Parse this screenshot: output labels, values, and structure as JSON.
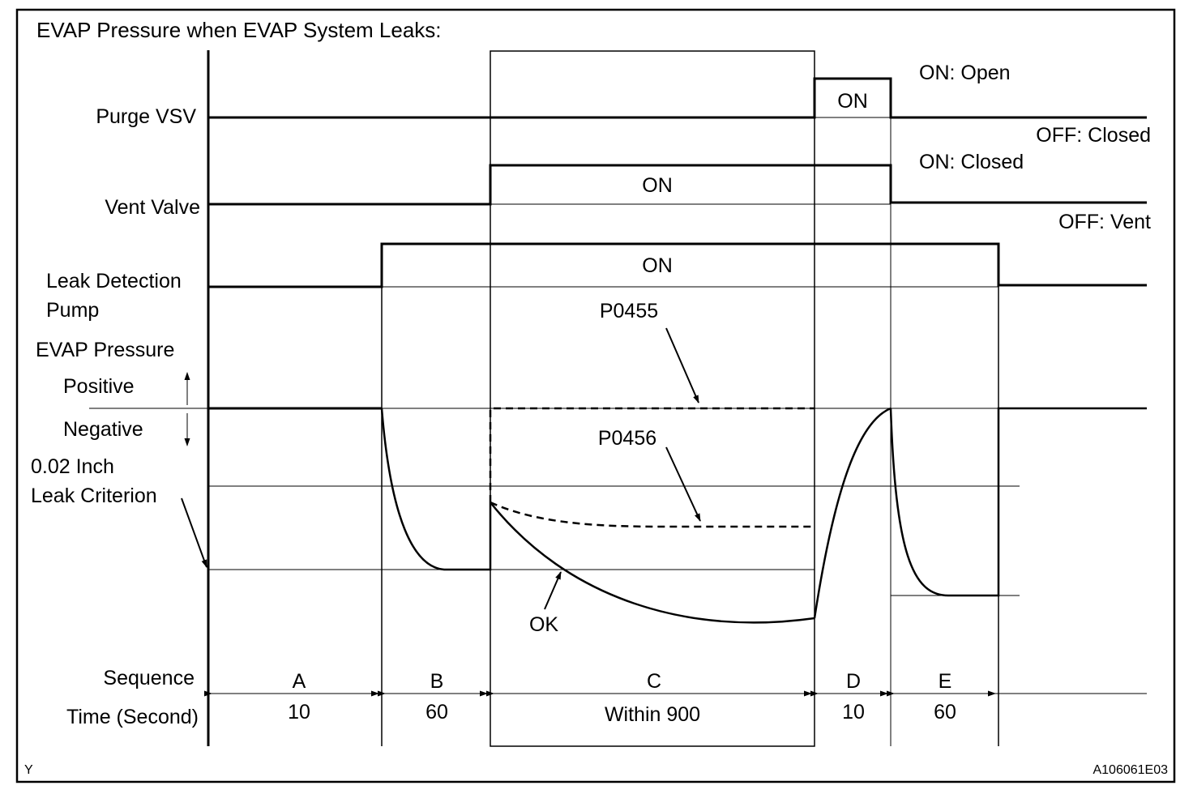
{
  "title": "EVAP Pressure when EVAP System Leaks:",
  "signals": {
    "purge_vsv": "Purge VSV",
    "vent_valve": "Vent Valve",
    "leak_pump_line1": "Leak Detection",
    "leak_pump_line2": "Pump",
    "evap_pressure": "EVAP Pressure",
    "positive": "Positive",
    "negative": "Negative",
    "criterion_line1": "0.02 Inch",
    "criterion_line2": "Leak Criterion"
  },
  "state_labels": {
    "purge_on": "ON",
    "vent_on": "ON",
    "pump_on": "ON",
    "purge_on_meaning": "ON: Open",
    "purge_off_meaning": "OFF: Closed",
    "vent_on_meaning": "ON: Closed",
    "vent_off_meaning": "OFF: Vent"
  },
  "curve_labels": {
    "p0455": "P0455",
    "p0456": "P0456",
    "ok": "OK"
  },
  "sequence": {
    "sequence_label": "Sequence",
    "time_label": "Time (Second)",
    "segments": [
      {
        "name": "A",
        "time": "10"
      },
      {
        "name": "B",
        "time": "60"
      },
      {
        "name": "C",
        "time": "Within 900"
      },
      {
        "name": "D",
        "time": "10"
      },
      {
        "name": "E",
        "time": "60"
      }
    ]
  },
  "corner": {
    "left": "Y",
    "right": "A106061E03"
  }
}
